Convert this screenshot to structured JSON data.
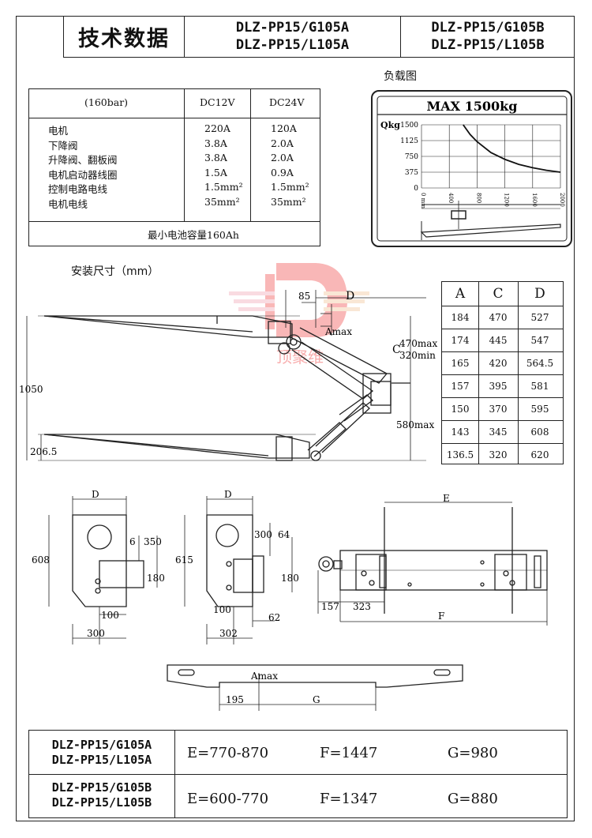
{
  "header": {
    "title": "技术数据",
    "model_a_line1": "DLZ-PP15/G105A",
    "model_a_line2": "DLZ-PP15/L105A",
    "model_b_line1": "DLZ-PP15/G105B",
    "model_b_line2": "DLZ-PP15/L105B"
  },
  "electrical": {
    "pressure": "(160bar)",
    "col1": "DC12V",
    "col2": "DC24V",
    "rows": [
      {
        "label": "电机",
        "v12": "220A",
        "v24": "120A"
      },
      {
        "label": "下降阀",
        "v12": "3.8A",
        "v24": "2.0A"
      },
      {
        "label": "升降阀、翻板阀",
        "v12": "3.8A",
        "v24": "2.0A"
      },
      {
        "label": "电机启动器线圈",
        "v12": "1.5A",
        "v24": "0.9A"
      },
      {
        "label": "控制电路电线",
        "v12": "1.5mm²",
        "v24": "1.5mm²"
      },
      {
        "label": "电机电线",
        "v12": "35mm²",
        "v24": "35mm²"
      }
    ],
    "footer": "最小电池容量160Ah"
  },
  "load_chart": {
    "label": "负载图",
    "max_label": "MAX 1500kg",
    "ylabel": "Qkg",
    "yticks": [
      "1500",
      "1125",
      "750",
      "375",
      "0"
    ],
    "xticks": [
      "0 mm",
      "400",
      "800",
      "1200",
      "1600",
      "2000"
    ]
  },
  "chart_data": {
    "type": "line",
    "title": "MAX 1500kg",
    "xlabel": "mm",
    "ylabel": "Qkg",
    "x": [
      600,
      700,
      800,
      1000,
      1200,
      1400,
      1600,
      1800,
      2000
    ],
    "values": [
      1500,
      1270,
      1100,
      840,
      680,
      560,
      480,
      420,
      375
    ],
    "xlim": [
      0,
      2000
    ],
    "ylim": [
      0,
      1500
    ]
  },
  "install": {
    "label": "安装尺寸（mm）",
    "dim_85": "85",
    "dim_D": "D",
    "dim_Amax": "Amax",
    "dim_C": "C",
    "dim_470max": "470max",
    "dim_320min": "320min",
    "dim_1050": "1050",
    "dim_580max": "580max",
    "dim_2065": "206.5"
  },
  "adc_table": {
    "headers": [
      "A",
      "C",
      "D"
    ],
    "rows": [
      [
        "184",
        "470",
        "527"
      ],
      [
        "174",
        "445",
        "547"
      ],
      [
        "165",
        "420",
        "564.5"
      ],
      [
        "157",
        "395",
        "581"
      ],
      [
        "150",
        "370",
        "595"
      ],
      [
        "143",
        "345",
        "608"
      ],
      [
        "136.5",
        "320",
        "620"
      ]
    ]
  },
  "bracket_left": {
    "D": "D",
    "h608": "608",
    "d6": "6",
    "d350": "350",
    "d180": "180",
    "d100": "100",
    "d300": "300"
  },
  "bracket_right": {
    "D": "D",
    "h615": "615",
    "d300": "300",
    "d64": "64",
    "d180": "180",
    "d100": "100",
    "d62": "62",
    "d302": "302"
  },
  "frame_view": {
    "E": "E",
    "d157": "157",
    "d323": "323",
    "F": "F"
  },
  "bar_view": {
    "Amax": "Amax",
    "d195": "195",
    "G": "G"
  },
  "watermark": {
    "text": "顶聚维"
  },
  "spec_table": [
    {
      "line1": "DLZ-PP15/G105A",
      "line2": "DLZ-PP15/L105A",
      "E": "E=770-870",
      "F": "F=1447",
      "G": "G=980"
    },
    {
      "line1": "DLZ-PP15/G105B",
      "line2": "DLZ-PP15/L105B",
      "E": "E=600-770",
      "F": "F=1347",
      "G": "G=880"
    }
  ]
}
